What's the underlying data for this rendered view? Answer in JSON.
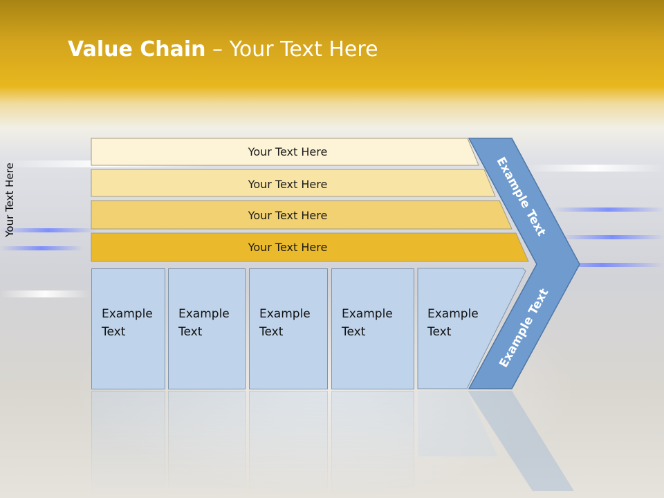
{
  "title": {
    "bold": "Value Chain",
    "rest": " – Your Text Here"
  },
  "side_label": "Your Text Here",
  "rows": [
    {
      "label": "Your Text Here",
      "color": "#fdf3d6"
    },
    {
      "label": "Your Text Here",
      "color": "#f8e5a6"
    },
    {
      "label": "Your Text Here",
      "color": "#f2d172"
    },
    {
      "label": "Your Text Here",
      "color": "#ebba2c"
    }
  ],
  "columns": [
    {
      "label": "Example\nText"
    },
    {
      "label": "Example\nText"
    },
    {
      "label": "Example\nText"
    },
    {
      "label": "Example\nText"
    },
    {
      "label": "Example\nText"
    }
  ],
  "chevron": {
    "upper_label": "Example Text",
    "lower_label": "Example Text",
    "color": "#6f9bcf"
  },
  "colors": {
    "column_fill": "#bfd3ea",
    "title_text": "#ffffff"
  }
}
